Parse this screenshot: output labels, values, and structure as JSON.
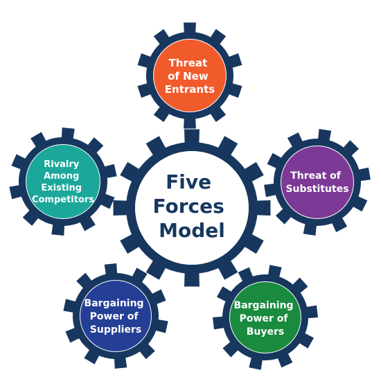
{
  "center": {
    "lines": [
      "Five",
      "Forces",
      "Model"
    ]
  },
  "forces": [
    {
      "key": "new-entrants",
      "lines": [
        "Threat",
        "of New",
        "Entrants"
      ],
      "color": "#f15a2b"
    },
    {
      "key": "substitutes",
      "lines": [
        "Threat of",
        "Substitutes"
      ],
      "color": "#7c3a96"
    },
    {
      "key": "buyers",
      "lines": [
        "Bargaining",
        "Power of",
        "Buyers"
      ],
      "color": "#1a8a3e"
    },
    {
      "key": "suppliers",
      "lines": [
        "Bargaining",
        "Power of",
        "Suppliers"
      ],
      "color": "#253f96"
    },
    {
      "key": "rivalry",
      "lines": [
        "Rivalry",
        "Among",
        "Existing",
        "Competitors"
      ],
      "color": "#1ba89b"
    }
  ],
  "colors": {
    "gear": "#17375e",
    "background": "#ffffff"
  }
}
